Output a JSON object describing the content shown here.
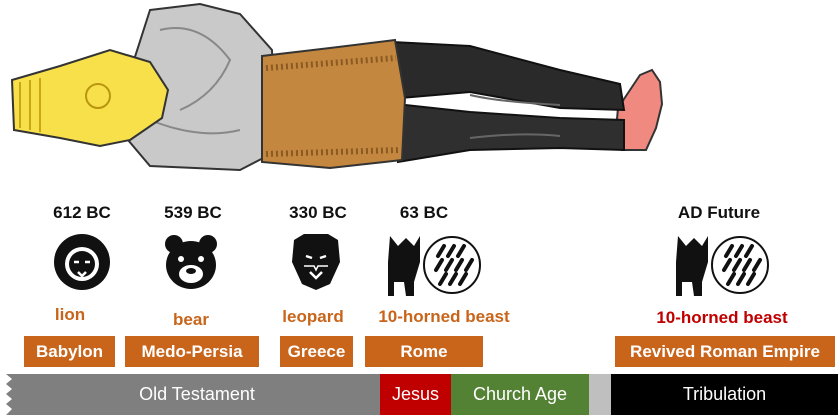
{
  "dates": [
    "612 BC",
    "539 BC",
    "330 BC",
    "63 BC",
    "AD Future"
  ],
  "beasts": [
    {
      "label": "lion",
      "icon": "lion-icon",
      "color": "#c8651b"
    },
    {
      "label": "bear",
      "icon": "bear-icon",
      "color": "#c8651b"
    },
    {
      "label": "leopard",
      "icon": "leopard-icon",
      "color": "#c8651b"
    },
    {
      "label": "10-horned beast",
      "icon": "ten-horned-beast-icon",
      "color": "#c8651b"
    },
    {
      "label": "10-horned beast",
      "icon": "ten-horned-beast-icon",
      "color": "#c00000"
    }
  ],
  "kingdoms": [
    "Babylon",
    "Medo-Persia",
    "Greece",
    "Rome",
    "Revived Roman Empire"
  ],
  "eras": [
    {
      "label": "Old Testament",
      "color": "#7f7f7f"
    },
    {
      "label": "Jesus",
      "color": "#c00000"
    },
    {
      "label": "Church Age",
      "color": "#548235"
    },
    {
      "label": "",
      "color": "#bfbfbf"
    },
    {
      "label": "Tribulation",
      "color": "#000000"
    }
  ],
  "colors": {
    "gold": "#f7e04a",
    "silver": "#c9c9c9",
    "bronze": "#c4873f",
    "iron": "#2a2a2a",
    "clay_feet": "#f08a80",
    "kingdom_box": "#c8651b"
  }
}
